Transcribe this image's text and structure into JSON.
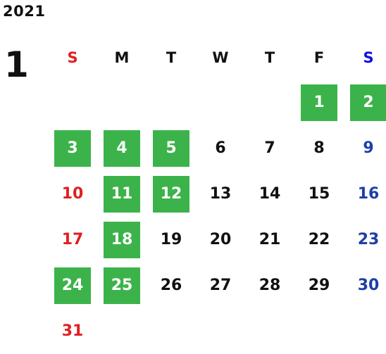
{
  "calendar": {
    "year": "2021",
    "month": "1",
    "colors": {
      "sunday": "#e02020",
      "saturday": "#1e3fa8",
      "saturday_header": "#1010e0",
      "weekday": "#111111",
      "holiday_bg": "#3cb34a",
      "holiday_text": "#ffffff"
    },
    "weekdays": [
      "S",
      "M",
      "T",
      "W",
      "T",
      "F",
      "S"
    ],
    "weeks": [
      [
        null,
        null,
        null,
        null,
        null,
        1,
        2
      ],
      [
        3,
        4,
        5,
        6,
        7,
        8,
        9
      ],
      [
        10,
        11,
        12,
        13,
        14,
        15,
        16
      ],
      [
        17,
        18,
        19,
        20,
        21,
        22,
        23
      ],
      [
        24,
        25,
        26,
        27,
        28,
        29,
        30
      ],
      [
        31,
        null,
        null,
        null,
        null,
        null,
        null
      ]
    ],
    "highlighted_days": [
      1,
      2,
      3,
      4,
      5,
      11,
      12,
      18,
      24,
      25
    ]
  }
}
